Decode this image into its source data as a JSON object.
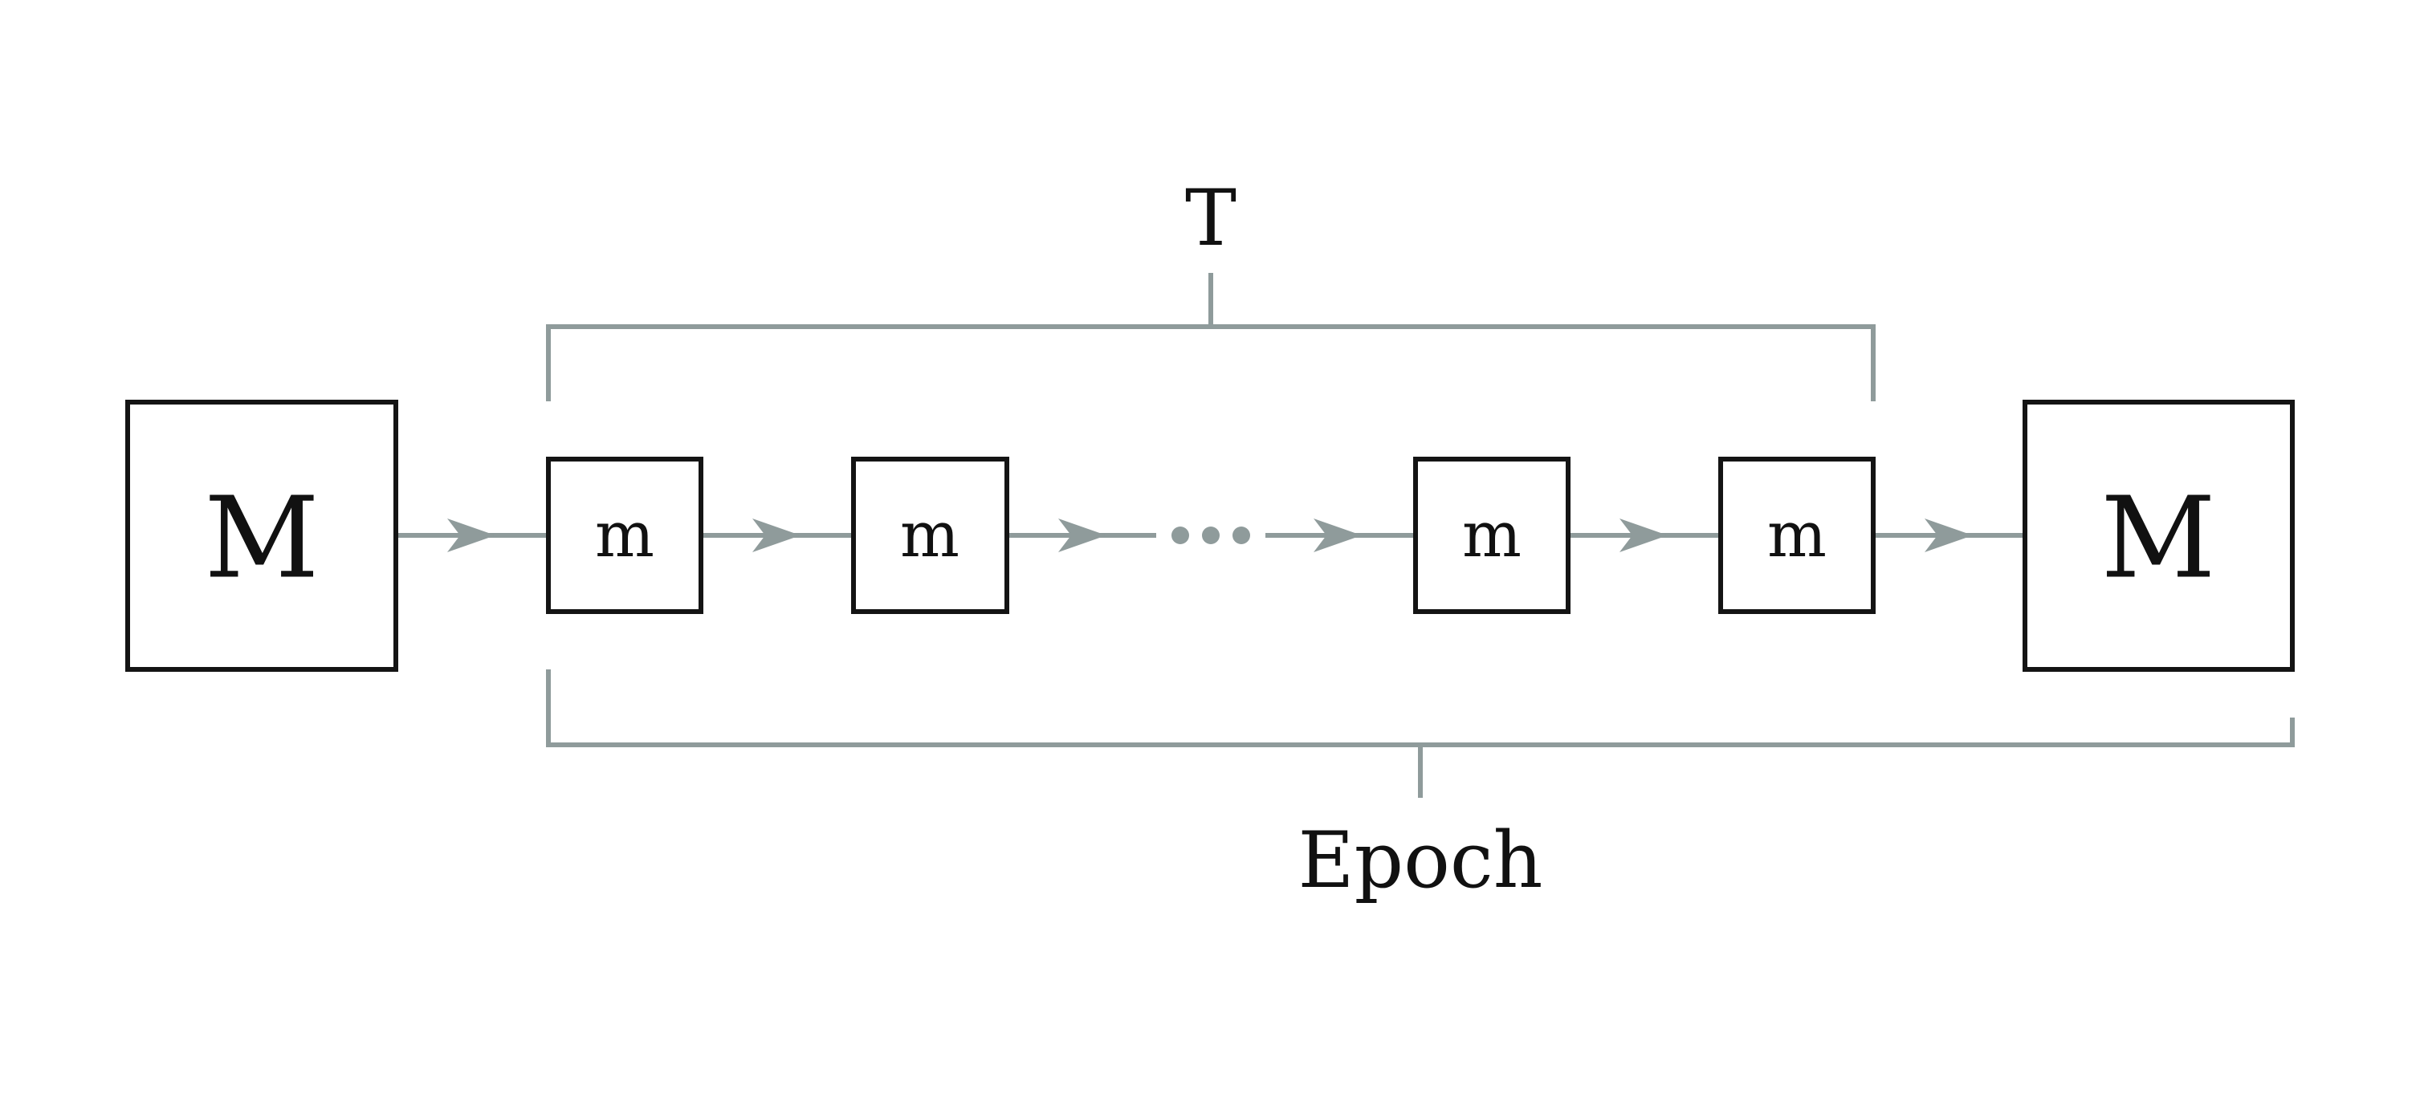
{
  "diagram": {
    "start_node": {
      "label": "M"
    },
    "steps": [
      {
        "label": "m"
      },
      {
        "label": "m"
      },
      {
        "label": "m"
      },
      {
        "label": "m"
      }
    ],
    "end_node": {
      "label": "M"
    },
    "bracket_top": {
      "label": "T"
    },
    "bracket_bottom": {
      "label": "Epoch"
    },
    "colors": {
      "box_stroke": "#141414",
      "connector": "#8f9b9b",
      "text": "#111111"
    }
  }
}
